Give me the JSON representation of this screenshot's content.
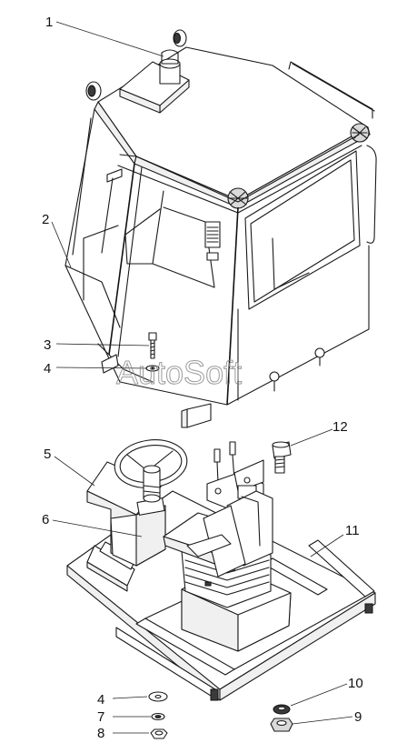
{
  "callouts": [
    {
      "id": "c1",
      "label": "1"
    },
    {
      "id": "c2",
      "label": "2"
    },
    {
      "id": "c3",
      "label": "3"
    },
    {
      "id": "c4a",
      "label": "4"
    },
    {
      "id": "c5",
      "label": "5"
    },
    {
      "id": "c6",
      "label": "6"
    },
    {
      "id": "c11",
      "label": "11"
    },
    {
      "id": "c12",
      "label": "12"
    },
    {
      "id": "c4b",
      "label": "4"
    },
    {
      "id": "c7",
      "label": "7"
    },
    {
      "id": "c8",
      "label": "8"
    },
    {
      "id": "c10",
      "label": "10"
    },
    {
      "id": "c9",
      "label": "9"
    }
  ],
  "watermark": "AutoSoft"
}
